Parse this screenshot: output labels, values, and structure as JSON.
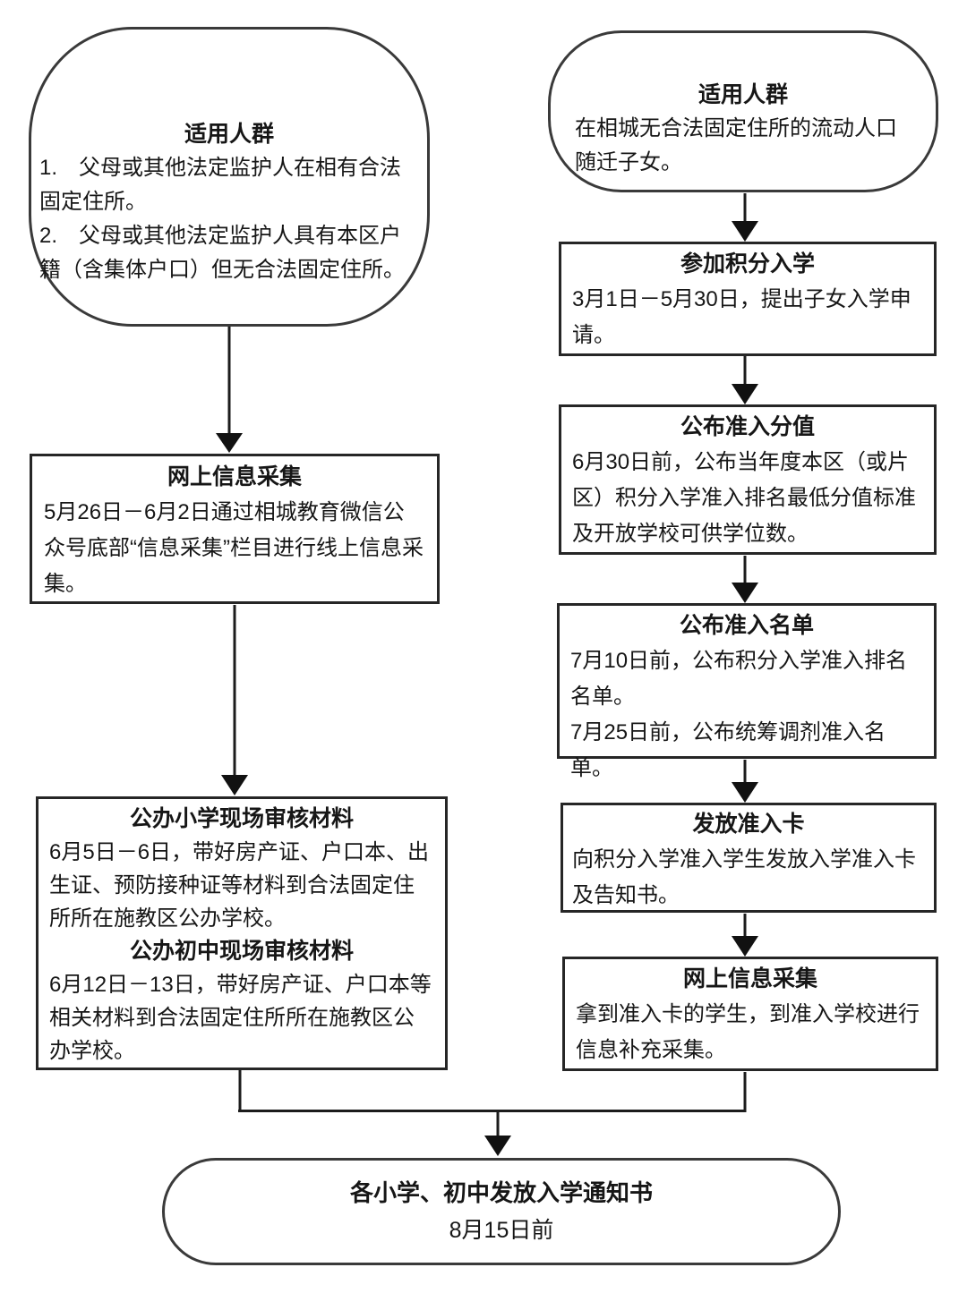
{
  "nodes": {
    "left_start": {
      "title": "适用人群",
      "item1": "1.　父母或其他法定监护人在相有合法固定住所。",
      "item2": "2.　父母或其他法定监护人具有本区户籍（含集体户口）但无合法固定住所。"
    },
    "left_online_collection": {
      "title": "网上信息采集",
      "body": "5月26日－6月2日通过相城教育微信公众号底部“信息采集”栏目进行线上信息采集。"
    },
    "onsite_review": {
      "title_primary": "公办小学现场审核材料",
      "body_primary": "6月5日－6日，带好房产证、户口本、出生证、预防接种证等材料到合法固定住所所在施教区公办学校。",
      "title_middle": "公办初中现场审核材料",
      "body_middle": "6月12日－13日，带好房产证、户口本等相关材料到合法固定住所所在施教区公办学校。"
    },
    "right_start": {
      "title": "适用人群",
      "body": "在相城无合法固定住所的流动人口随迁子女。"
    },
    "join_points_enrollment": {
      "title": "参加积分入学",
      "body": "3月1日－5月30日，提出子女入学申请。"
    },
    "publish_admission_score": {
      "title": "公布准入分值",
      "body": "6月30日前，公布当年度本区（或片区）积分入学准入排名最低分值标准及开放学校可供学位数。"
    },
    "publish_admission_list": {
      "title": "公布准入名单",
      "body1": "7月10日前，公布积分入学准入排名名单。",
      "body2": "7月25日前，公布统筹调剂准入名单。"
    },
    "issue_admission_card": {
      "title": "发放准入卡",
      "body": "向积分入学准入学生发放入学准入卡及告知书。"
    },
    "right_online_collection": {
      "title": "网上信息采集",
      "body": "拿到准入卡的学生，到准入学校进行信息补充采集。"
    },
    "end": {
      "title": "各小学、初中发放入学通知书",
      "date": "8月15日前"
    }
  },
  "colors": {
    "line": "#1c1c1c",
    "border": "#262626",
    "background": "#ffffff",
    "text": "#161616"
  }
}
